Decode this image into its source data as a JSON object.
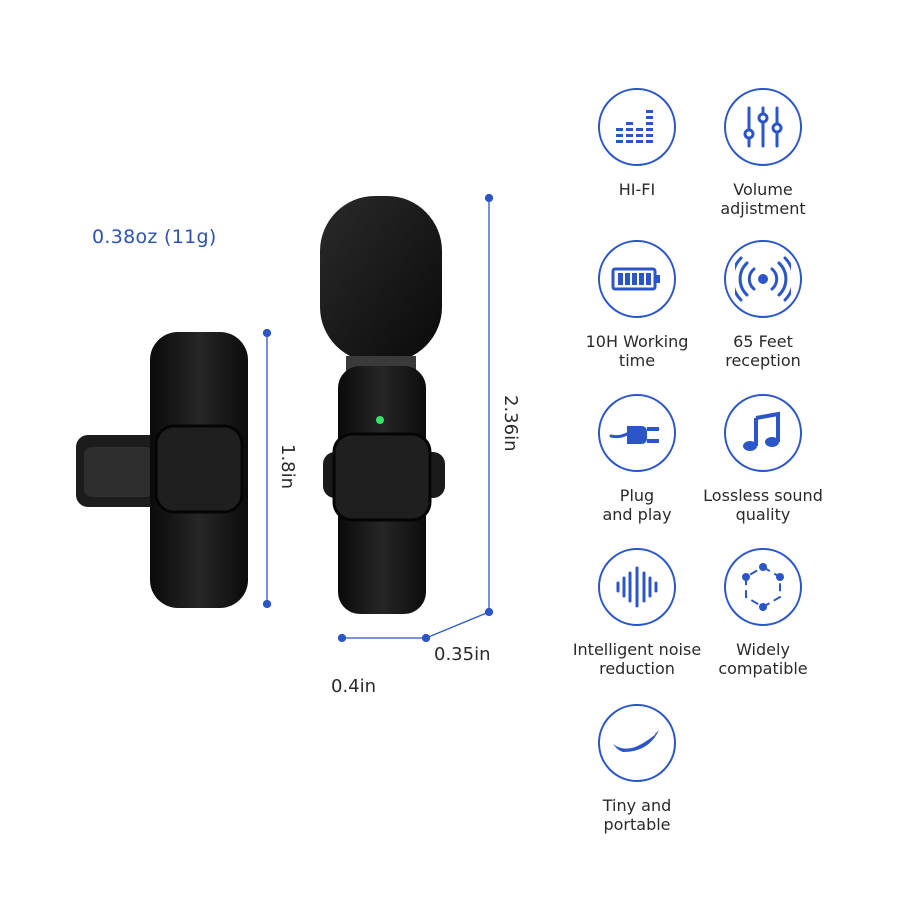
{
  "product": {
    "weight": "0.38oz (11g)",
    "dimensions": {
      "receiver_height": "1.8in",
      "mic_height": "2.36in",
      "depth": "0.35in",
      "width": "0.4in"
    }
  },
  "features": [
    {
      "icon": "hifi-equalizer-icon",
      "label": "HI-FI"
    },
    {
      "icon": "volume-sliders-icon",
      "label": "Volume\nadjistment"
    },
    {
      "icon": "battery-icon",
      "label": "10H Working\ntime"
    },
    {
      "icon": "signal-waves-icon",
      "label": "65 Feet\nreception"
    },
    {
      "icon": "plug-icon",
      "label": "Plug\nand play"
    },
    {
      "icon": "music-note-icon",
      "label": "Lossless sound\nquality"
    },
    {
      "icon": "sound-wave-icon",
      "label": "Intelligent noise\nreduction"
    },
    {
      "icon": "hexagon-network-icon",
      "label": "Widely\ncompatible"
    },
    {
      "icon": "feather-icon",
      "label": "Tiny and\nportable"
    }
  ],
  "colors": {
    "accent": "#2c56c7",
    "product": "#141414"
  }
}
